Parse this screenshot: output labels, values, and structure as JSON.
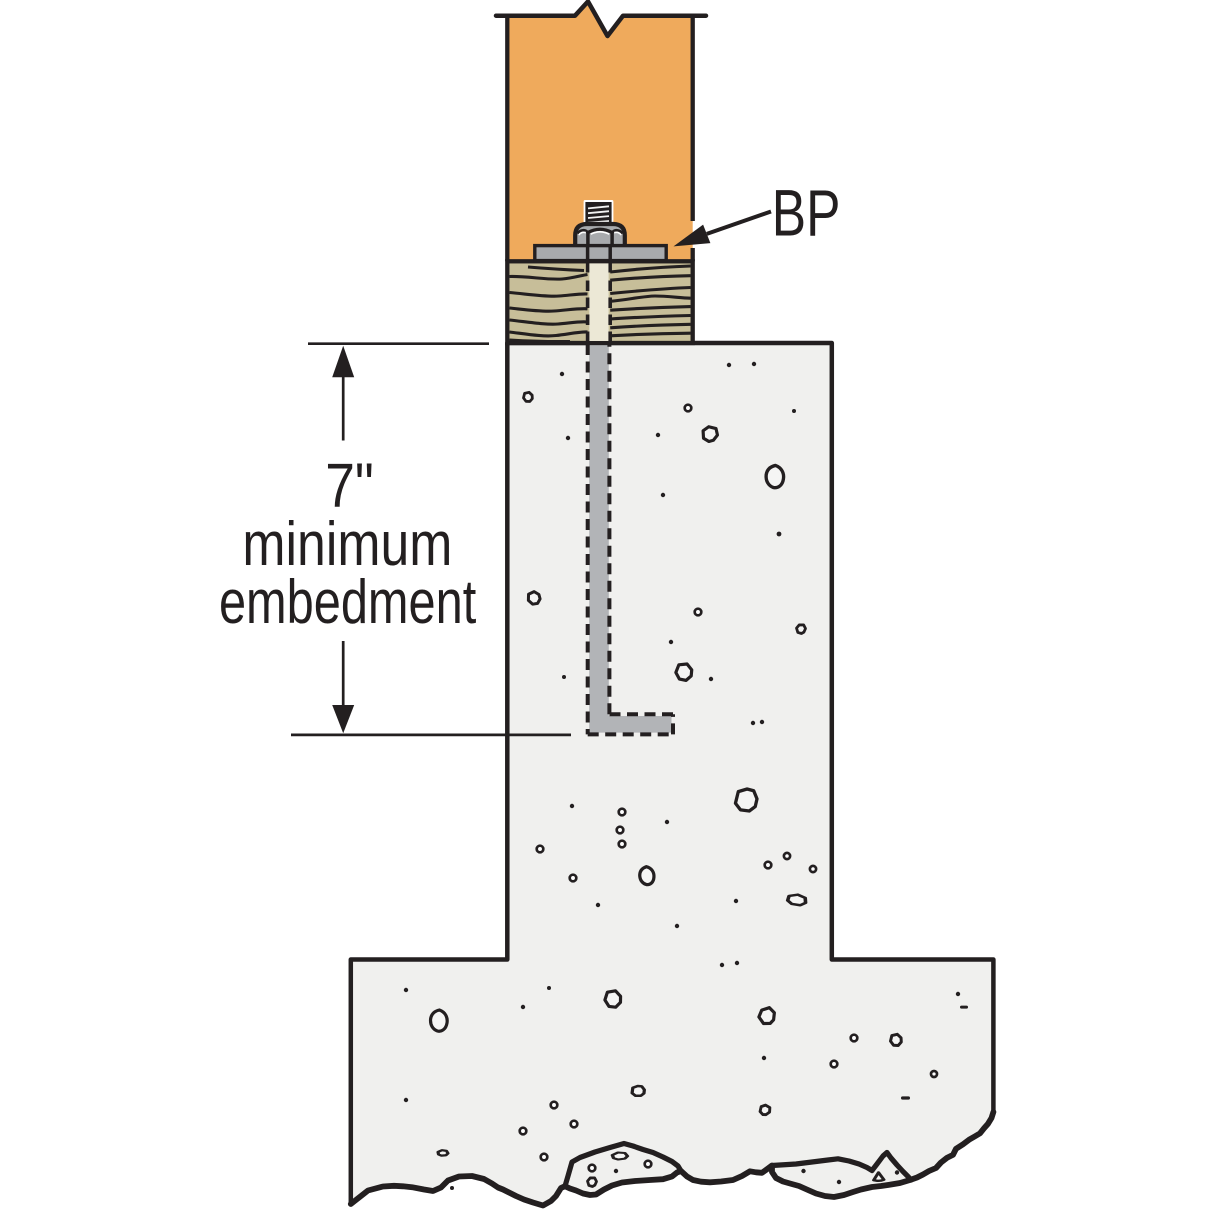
{
  "labels": {
    "callout_bp": "BP",
    "dim_line1": "7\"",
    "dim_line2": "minimum",
    "dim_line3": "embedment"
  },
  "colors": {
    "ink": "#231f20",
    "background": "#ffffff",
    "post": "#efaa5c",
    "sill_wood": "#c7be99",
    "bolt_hole": "#ece8d6",
    "steel_gray": "#a8aaad",
    "thread_light": "#f2f2f2",
    "anchor_gray": "#b2b4b7",
    "concrete": "#f0f0ee",
    "rock_fill": "#f5f5f4"
  }
}
